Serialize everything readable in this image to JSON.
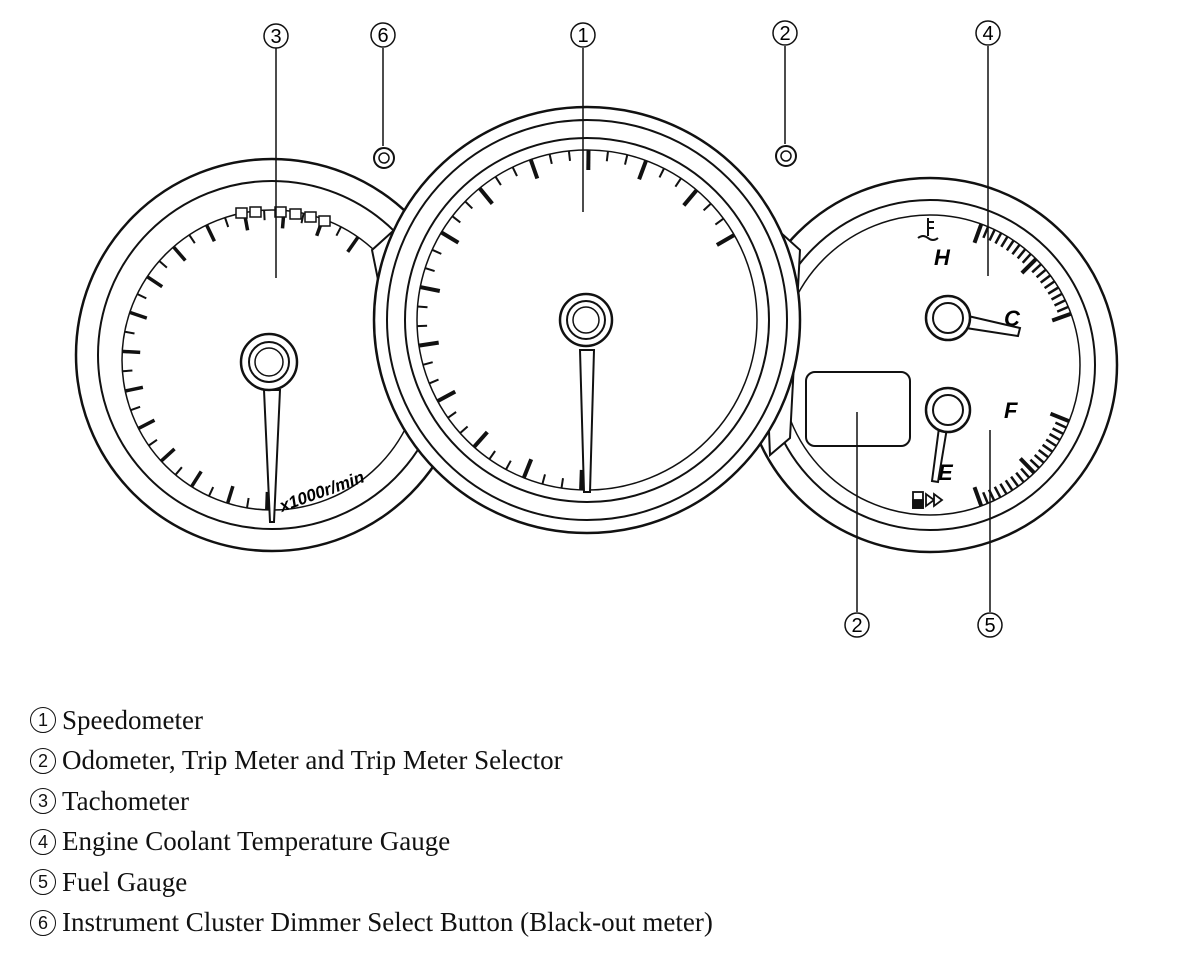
{
  "callouts": {
    "speedometer": "1",
    "odometer": "2",
    "tachometer": "3",
    "coolant": "4",
    "fuel": "5",
    "dimmer": "6"
  },
  "gauges": {
    "tach_unit": "x1000r/min",
    "temp_hot": "H",
    "temp_cold": "C",
    "fuel_full": "F",
    "fuel_empty": "E"
  },
  "legend": [
    {
      "num": "1",
      "text": "Speedometer"
    },
    {
      "num": "2",
      "text": "Odometer, Trip Meter and Trip Meter Selector"
    },
    {
      "num": "3",
      "text": "Tachometer"
    },
    {
      "num": "4",
      "text": "Engine Coolant Temperature Gauge"
    },
    {
      "num": "5",
      "text": "Fuel Gauge"
    },
    {
      "num": "6",
      "text": "Instrument Cluster Dimmer Select Button (Black-out meter)"
    }
  ]
}
